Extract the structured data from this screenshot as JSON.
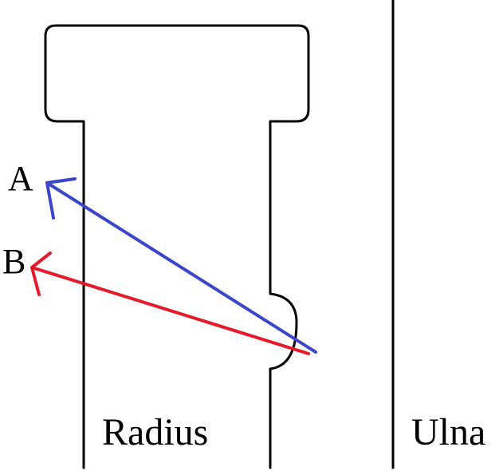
{
  "labels": {
    "arrow_a": "A",
    "arrow_b": "B",
    "radius": "Radius",
    "ulna": "Ulna"
  },
  "colors": {
    "arrow_a": "#3B46C8",
    "arrow_b": "#E31B2B",
    "outline": "#000000",
    "background": "#FFFFFF"
  }
}
